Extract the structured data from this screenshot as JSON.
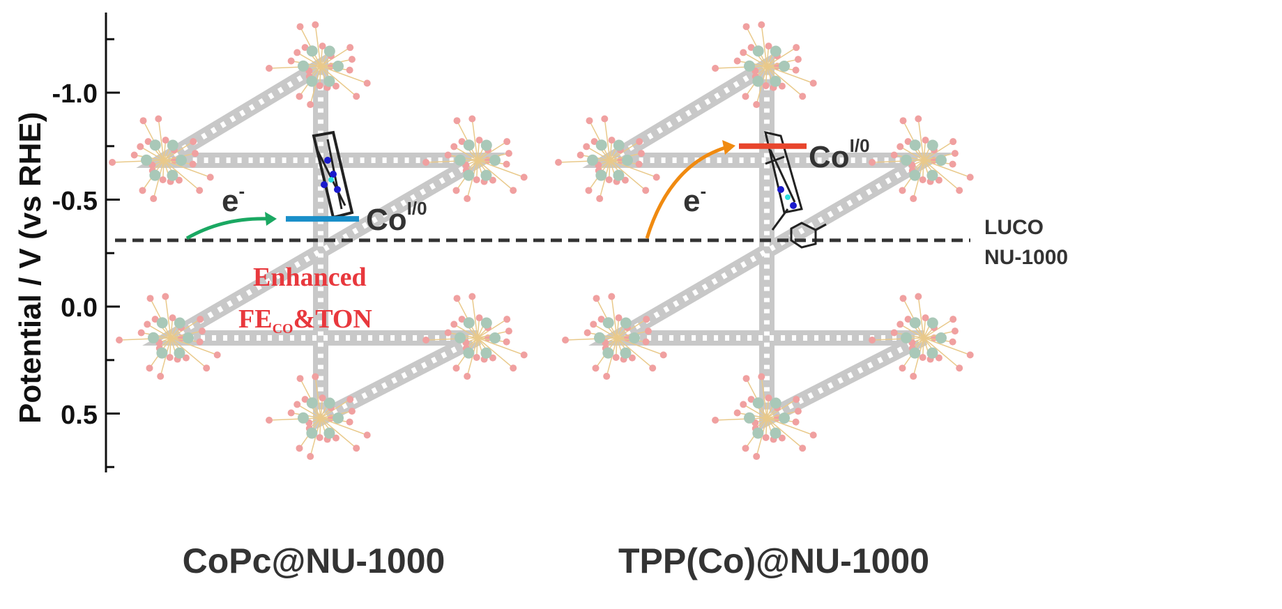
{
  "axis": {
    "label": "Potential / V (vs RHE)",
    "ticks": [
      "-1.0",
      "-0.5",
      "0.0",
      "0.5"
    ],
    "tick_values": [
      -1.0,
      -0.5,
      0.0,
      0.5
    ],
    "minor_tick_values": [
      -1.25,
      -0.75,
      -0.25,
      0.25,
      0.75
    ],
    "range": [
      -1.35,
      0.75
    ]
  },
  "luco": {
    "line1": "LUCO",
    "line2": "NU-1000",
    "potential": -0.31
  },
  "left_panel": {
    "title": "CoPc@NU-1000",
    "electron": "e",
    "electron_sup": "-",
    "level_label": "Co",
    "level_sup": "I/0",
    "level_potential": -0.41,
    "level_color": "#1a8fc9",
    "arrow_color": "#1aa862",
    "enhanced_line1": "Enhanced",
    "enhanced_fe": "FE",
    "enhanced_sub": "CO",
    "enhanced_rest": "&TON"
  },
  "right_panel": {
    "title": "TPP(Co)@NU-1000",
    "electron": "e",
    "electron_sup": "-",
    "level_label": "Co",
    "level_sup": "I/0",
    "level_potential": -0.75,
    "level_color": "#e8452c",
    "arrow_color": "#f08a10"
  }
}
